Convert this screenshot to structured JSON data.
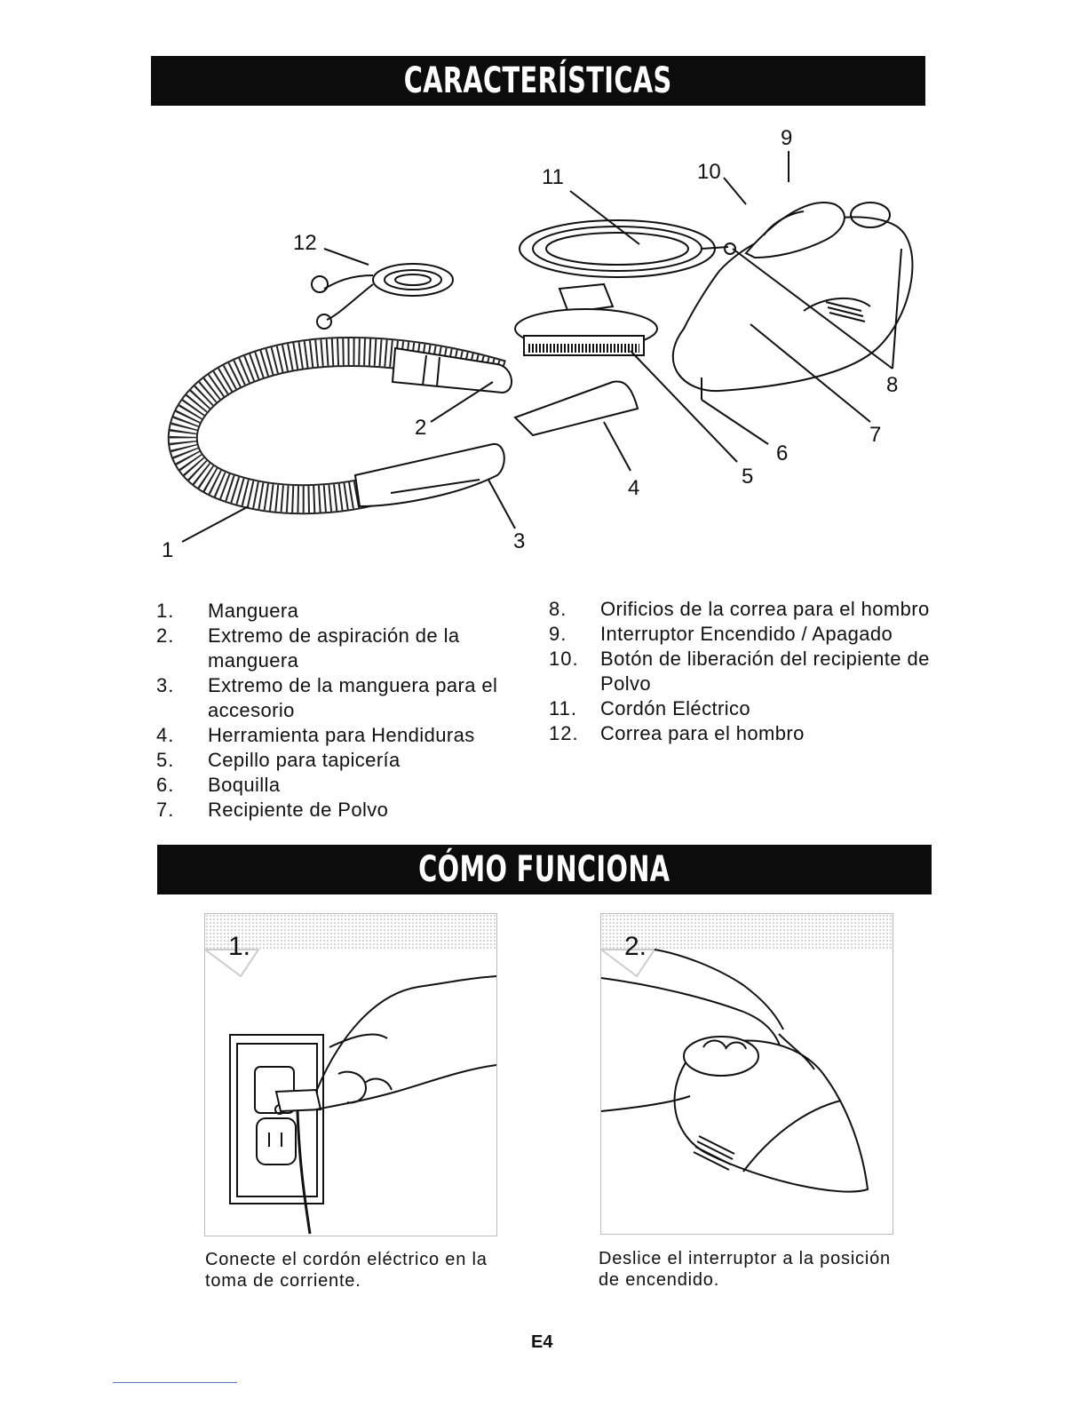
{
  "sections": {
    "features_title": "CARACTERÍSTICAS",
    "how_title": "CÓMO FUNCIONA"
  },
  "callouts": [
    "1",
    "2",
    "3",
    "4",
    "5",
    "6",
    "7",
    "8",
    "9",
    "10",
    "11",
    "12"
  ],
  "features_left": [
    {
      "num": "1.",
      "text": "Manguera"
    },
    {
      "num": "2.",
      "text": "Extremo de aspiración de la manguera"
    },
    {
      "num": "3.",
      "text": "Extremo de la manguera para el accesorio"
    },
    {
      "num": "4.",
      "text": "Herramienta para Hendiduras"
    },
    {
      "num": "5.",
      "text": "Cepillo para tapicería"
    },
    {
      "num": "6.",
      "text": "Boquilla"
    },
    {
      "num": "7.",
      "text": "Recipiente de Polvo"
    }
  ],
  "features_right": [
    {
      "num": "8.",
      "text": "Orificios de la correa para el hombro"
    },
    {
      "num": "9.",
      "text": "Interruptor Encendido / Apagado"
    },
    {
      "num": "10.",
      "text": "Botón de liberación del recipiente de Polvo"
    },
    {
      "num": "11.",
      "text": "Cordón Eléctrico"
    },
    {
      "num": "12.",
      "text": "Correa para el hombro"
    }
  ],
  "steps": [
    {
      "number": "1.",
      "caption": "Conecte el cordón eléctrico en la toma de corriente."
    },
    {
      "number": "2.",
      "caption": "Deslice el interruptor a la posición de encendido."
    }
  ],
  "page_number": "E4"
}
